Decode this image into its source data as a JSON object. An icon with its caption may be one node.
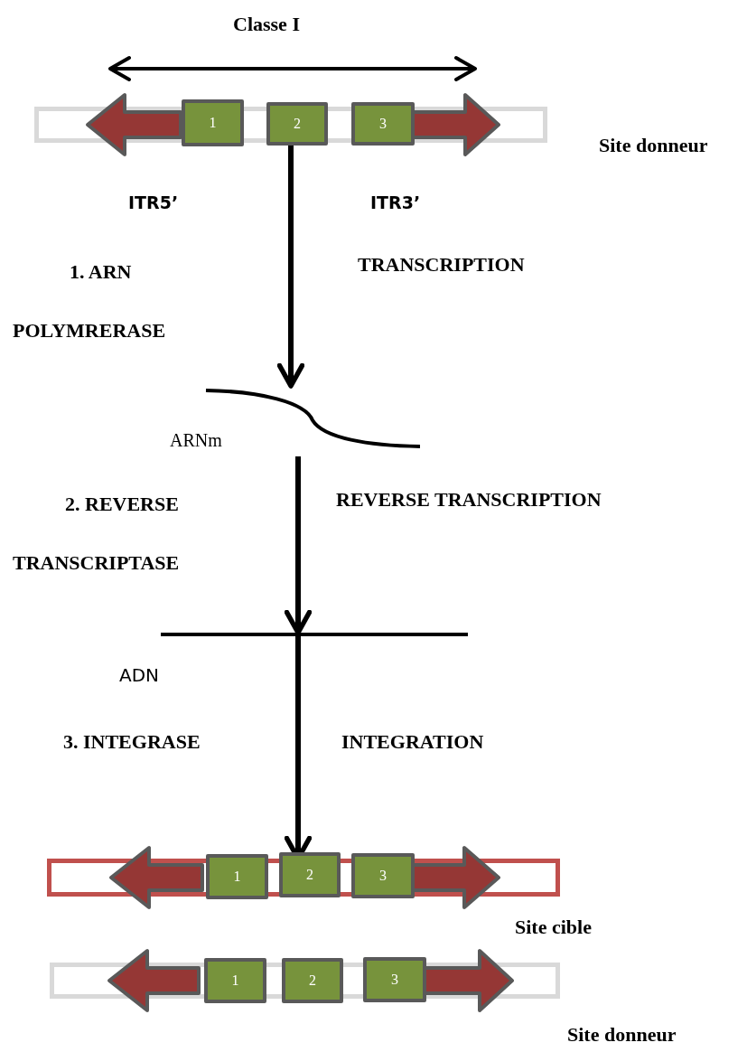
{
  "diagram": {
    "nodes": [
      {
        "text": [],
        "shape": "bar",
        "beside": [
          "Site donneur"
        ]
      },
      {
        "text": [
          "1"
        ],
        "in": 0
      },
      {
        "text": [
          "2"
        ],
        "in": 0
      },
      {
        "text": [
          "3"
        ],
        "in": 0
      },
      {
        "text": [],
        "shape": "curve",
        "beside": [
          "ARNm"
        ]
      },
      {
        "text": [],
        "shape": "line",
        "beside": [
          "ADN"
        ]
      },
      {
        "text": [],
        "shape": "bar",
        "beside": [
          "Site cible"
        ]
      },
      {
        "text": [
          "1"
        ],
        "in": 6
      },
      {
        "text": [
          "2"
        ],
        "in": 6
      },
      {
        "text": [
          "3"
        ],
        "in": 6
      },
      {
        "text": [],
        "shape": "bar",
        "beside": [
          "Site donneur"
        ]
      },
      {
        "text": [
          "1"
        ],
        "in": 10
      },
      {
        "text": [
          "2"
        ],
        "in": 10
      },
      {
        "text": [
          "3"
        ],
        "in": 10
      }
    ],
    "edges": [
      {
        "from": 0,
        "to": 4,
        "arrow": "to"
      },
      {
        "from": 4,
        "to": 5,
        "arrow": "to"
      },
      {
        "from": 5,
        "to": 6,
        "arrow": "to"
      }
    ],
    "labels": [
      "Classe I",
      "ITR5’",
      "ITR3’",
      "1. ARN POLYMRERASE",
      "TRANSCRIPTION",
      "2. REVERSE TRANSCRIPTASE",
      "REVERSE TRANSCRIPTION",
      "3. INTEGRASE",
      "INTEGRATION"
    ]
  }
}
